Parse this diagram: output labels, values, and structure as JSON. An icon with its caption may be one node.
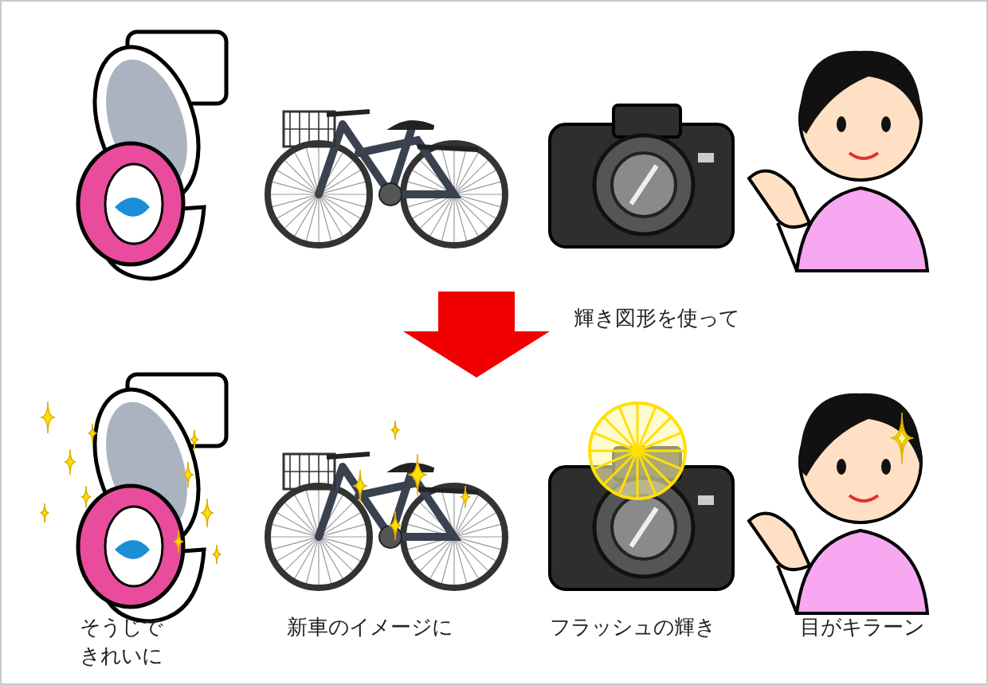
{
  "diagram": {
    "labels": [
      "輝き図形を使って",
      "そうじできれいに",
      "新車のイメージに",
      "フラッシュの輝き",
      "目がキラーン"
    ]
  }
}
